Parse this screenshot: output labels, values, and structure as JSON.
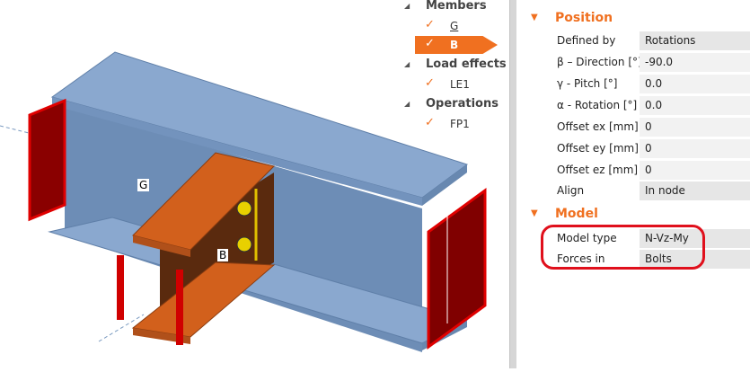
{
  "viewport": {
    "labels": {
      "girder": "G",
      "beam": "B"
    }
  },
  "tree": {
    "groups": [
      {
        "label": "Members",
        "items": [
          {
            "label": "G",
            "checked": true,
            "selected": false
          },
          {
            "label": "B",
            "checked": true,
            "selected": true
          }
        ]
      },
      {
        "label": "Load effects",
        "items": [
          {
            "label": "LE1",
            "checked": true
          }
        ]
      },
      {
        "label": "Operations",
        "items": [
          {
            "label": "FP1",
            "checked": true
          }
        ]
      }
    ]
  },
  "properties": {
    "position": {
      "title": "Position",
      "rows": [
        {
          "label": "Defined by",
          "value": "Rotations"
        },
        {
          "label": "β – Direction [°]",
          "value": "-90.0"
        },
        {
          "label": "γ - Pitch [°]",
          "value": "0.0"
        },
        {
          "label": "α - Rotation [°]",
          "value": "0.0"
        },
        {
          "label": "Offset ex [mm]",
          "value": "0"
        },
        {
          "label": "Offset ey [mm]",
          "value": "0"
        },
        {
          "label": "Offset ez [mm]",
          "value": "0"
        },
        {
          "label": "Align",
          "value": "In node"
        }
      ]
    },
    "model": {
      "title": "Model",
      "rows": [
        {
          "label": "Model type",
          "value": "N-Vz-My"
        },
        {
          "label": "Forces in",
          "value": "Bolts"
        }
      ]
    }
  },
  "colors": {
    "accent": "#f07020",
    "highlight": "#e0101c",
    "steel": "#7f9fc8",
    "beam": "#d2601c",
    "plate": "#c00000"
  }
}
